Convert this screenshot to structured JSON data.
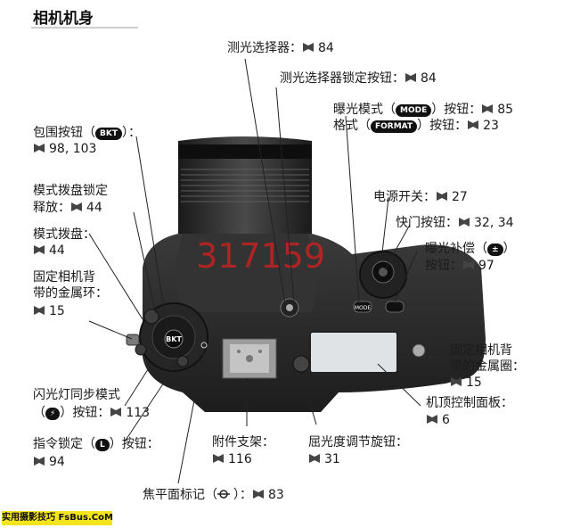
{
  "page": {
    "title": "相机机身"
  },
  "labels": {
    "meter_selector": {
      "text": "测光选择器：",
      "page": "84"
    },
    "meter_lock": {
      "text": "测光选择器锁定按钮：",
      "page": "84"
    },
    "exposure_mode_1": {
      "text": "曝光模式（",
      "icon": "MODE",
      "text2": "）按钮：",
      "page": "85"
    },
    "exposure_mode_2": {
      "text": "格式（",
      "icon": "FORMAT",
      "text2": "）按钮：",
      "page": "23"
    },
    "bracket_1": {
      "text": "包围按钮（",
      "icon": "BKT",
      "text2": "）："
    },
    "bracket_2": {
      "page": "98, 103"
    },
    "mode_dial_lock_1": {
      "text": "模式拨盘锁定"
    },
    "mode_dial_lock_2": {
      "text": "释放：",
      "page": "44"
    },
    "mode_dial": {
      "text": "模式拨盘：",
      "page": "44"
    },
    "strap_left_1": {
      "text": "固定相机背"
    },
    "strap_left_2": {
      "text": "带的金属环："
    },
    "strap_left_3": {
      "page": "15"
    },
    "power": {
      "text": "电源开关：",
      "page": "27"
    },
    "shutter": {
      "text": "快门按钮：",
      "page": "32, 34"
    },
    "exp_comp_1": {
      "text": "曝光补偿（",
      "text2": "）"
    },
    "exp_comp_2": {
      "text": "按钮：",
      "page": "97"
    },
    "strap_right_1": {
      "text": "固定相机背"
    },
    "strap_right_2": {
      "text": "带的金属圈："
    },
    "strap_right_3": {
      "page": "15"
    },
    "lcd_1": {
      "text": "机顶控制面板："
    },
    "lcd_2": {
      "page": "6"
    },
    "flash_sync_1": {
      "text": "闪光灯同步模式"
    },
    "flash_sync_2": {
      "text": "（",
      "text2": "）按钮：",
      "page": "113"
    },
    "command_lock": {
      "text": "指令锁定（",
      "text2": "）按钮："
    },
    "command_lock_page": {
      "page": "94"
    },
    "hot_shoe": {
      "text": "附件支架："
    },
    "hot_shoe_page": {
      "page": "116"
    },
    "diopter": {
      "text": "屈光度调节旋钮："
    },
    "diopter_page": {
      "page": "31"
    },
    "focal_plane": {
      "text": "焦平面标记（",
      "text2": "）：",
      "page": "83"
    }
  },
  "camera_marks": {
    "watermark_center": "317159",
    "button_bkt": "BKT",
    "button_mode": "MODE"
  },
  "watermark": {
    "text": "实用摄影技巧 FsBus.CoM"
  },
  "colors": {
    "accent_watermark": "#f3e41d",
    "camera_body": "#2b2b2b",
    "lcd": "#dfe3e6",
    "red_watermark": "#d62020"
  }
}
